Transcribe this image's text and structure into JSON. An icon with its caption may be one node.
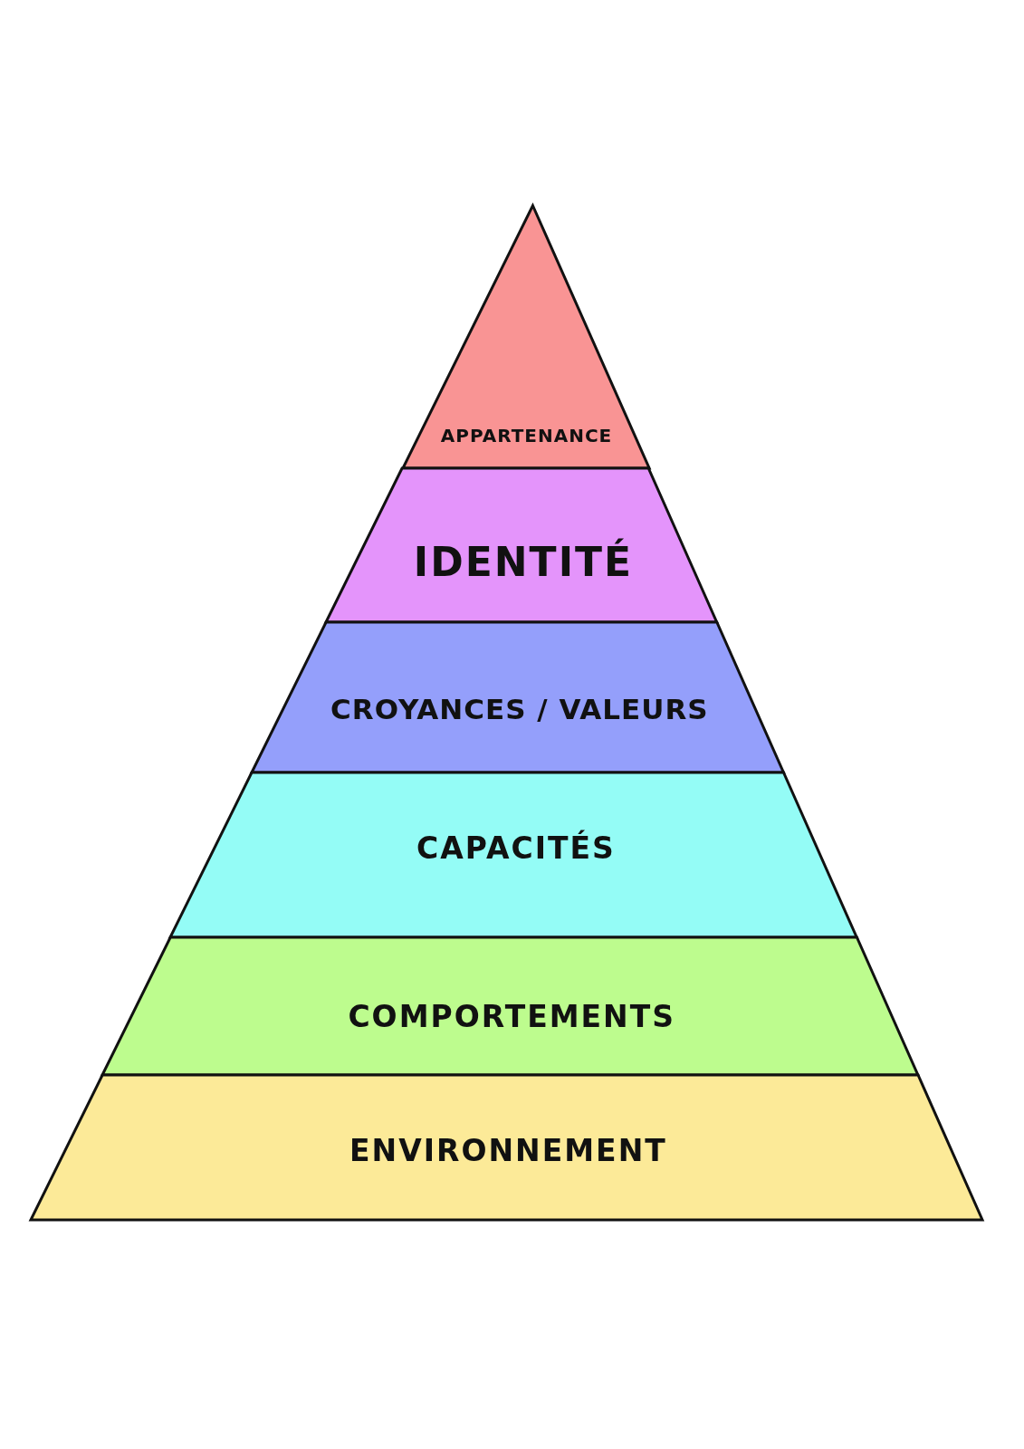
{
  "diagram": {
    "nodes": [
      {
        "text": [
          "APPARTENANCE"
        ]
      },
      {
        "text": [
          "IDENTITÉ"
        ]
      },
      {
        "text": [
          "CROYANCES / VALEURS"
        ]
      },
      {
        "text": [
          "CAPACITÉS"
        ]
      },
      {
        "text": [
          "COMPORTEMENTS"
        ]
      },
      {
        "text": [
          "ENVIRONNEMENT"
        ]
      }
    ]
  }
}
